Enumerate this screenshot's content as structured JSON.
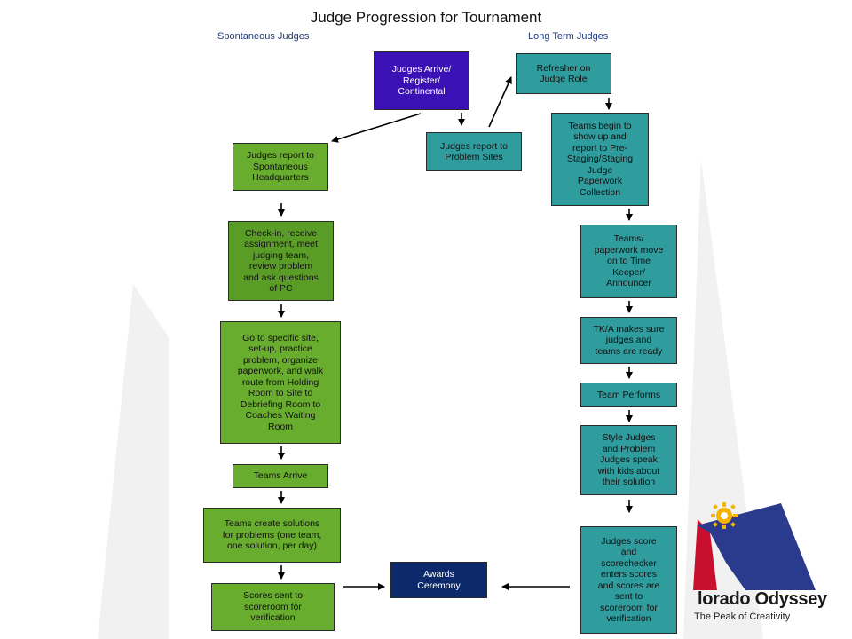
{
  "title": "Judge Progression for Tournament",
  "columns": {
    "left": "Spontaneous Judges",
    "right": "Long Term Judges"
  },
  "boxes": {
    "arrive": "Judges Arrive/\nRegister/\nContinental",
    "report_problem": "Judges report to\nProblem Sites",
    "refresher": "Refresher on\nJudge Role",
    "report_spont": "Judges report to\nSpontaneous\nHeadquarters",
    "checkin": "Check-in, receive\nassignment, meet\njudging team,\nreview problem\nand ask questions\nof PC",
    "go_site": "Go to specific site,\nset-up, practice\nproblem, organize\npaperwork, and walk\nroute from Holding\nRoom to Site to\nDebriefing Room to\nCoaches Waiting\nRoom",
    "teams_arrive": "Teams Arrive",
    "teams_create": "Teams create solutions\nfor problems (one team,\none solution, per day)",
    "scores_sent": "Scores sent to\nscoreroom for\nverification",
    "awards": "Awards\nCeremony",
    "teams_begin": "Teams begin to\nshow up and\nreport to Pre-\nStaging/Staging\nJudge\nPaperwork\nCollection",
    "teams_move": "Teams/\npaperwork move\non to Time\nKeeper/\nAnnouncer",
    "tka": "TK/A makes sure\njudges and\nteams are ready",
    "team_performs": "Team Performs",
    "style_judges": "Style Judges\nand Problem\nJudges speak\nwith kids about\ntheir solution",
    "judges_score": "Judges score\nand\nscorechecker\nenters scores\nand scores are\nsent to\nscoreroom for\nverification"
  },
  "logo": {
    "name": "lorado Odyssey",
    "tagline": "The Peak of Creativity",
    "colors": {
      "sun": "#f4b400",
      "red": "#c8102e",
      "navy": "#2a3a8c"
    }
  },
  "colors": {
    "green": "#69ad2f",
    "teal": "#2f9c9e",
    "purple": "#3a11b5",
    "navy": "#0c2a6b"
  }
}
